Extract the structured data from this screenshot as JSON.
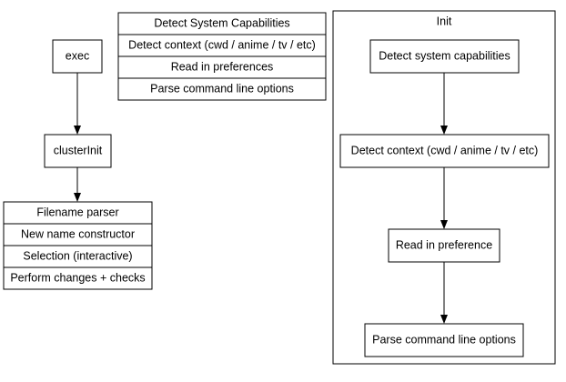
{
  "nodes": {
    "exec": "exec",
    "clusterInit": "clusterInit"
  },
  "capabilities_table": [
    "Detect System Capabilities",
    "Detect context (cwd / anime / tv / etc)",
    "Read in preferences",
    "Parse command line options"
  ],
  "pipeline_table": [
    "Filename parser",
    "New name constructor",
    "Selection (interactive)",
    "Perform changes + checks"
  ],
  "init_cluster": {
    "title": "Init",
    "steps": [
      "Detect system capabilities",
      "Detect context (cwd / anime / tv / etc)",
      "Read in preference",
      "Parse command line options"
    ]
  }
}
